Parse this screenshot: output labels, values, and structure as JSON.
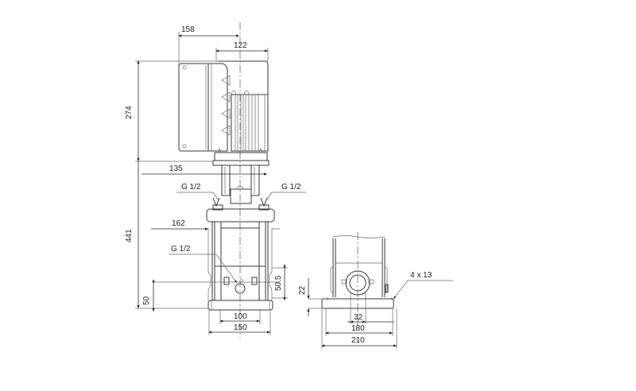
{
  "drawing": {
    "type": "pump dimensional drawing",
    "front_view": {
      "dimensions": {
        "motor_width_total": "158",
        "motor_width_right": "122",
        "motor_height": "274",
        "coupling_width": "135",
        "pump_height": "441",
        "chamber_width": "162",
        "port_offset": "50.5",
        "inlet_height": "50",
        "base_inner": "100",
        "base_outer": "150"
      },
      "port_labels": {
        "left_vent": "G 1/2",
        "right_vent": "G 1/2",
        "drain": "G 1/2"
      }
    },
    "side_view": {
      "dimensions": {
        "base_height": "22",
        "port_diameter": "32",
        "hole_spacing": "180",
        "base_length": "210"
      },
      "holes_label": "4  x 13"
    }
  }
}
